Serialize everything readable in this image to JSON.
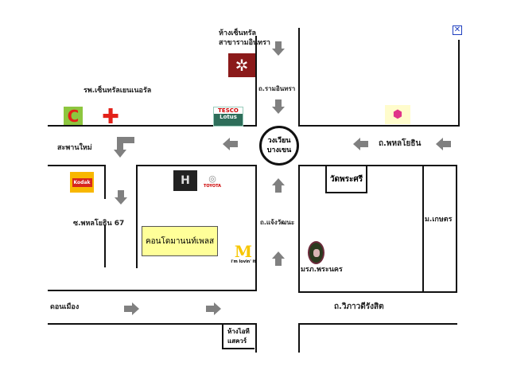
{
  "labels": {
    "central_mall": [
      "ห้างเซ็นทรัล",
      "สาขารามอินทรา"
    ],
    "hospital": "รพ.เซ็นทรัลเยนเนอรัล",
    "ram_inthra_rd": "ถ.รามอินทรา",
    "roundabout": [
      "วงเวียน",
      "บางเขน"
    ],
    "phahon_rd": "ถ.พหลโยธิน",
    "saphan_mai": "สะพานใหม่",
    "soi_67": "ซ.พหลโยธิน 67",
    "condo": "คอนโดมานนท์เพลส",
    "chaeng_rd": "ถ.แจ้งวัฒนะ",
    "temple": "วัดพระศรี",
    "kasetsart": "ม.เกษตร",
    "rajabhat": "มรภ.พระนคร",
    "don_mueang": "ดอนเมือง",
    "vibhavadi_rd": "ถ.วิภาวดีรังสิต",
    "it_square": [
      "ห้างไอที",
      "แสควร์"
    ]
  },
  "logos": {
    "tesco": [
      "TESCO",
      "Lotus"
    ],
    "toyota": "TOYOTA",
    "kodak": "Kodak",
    "mcdonalds": "i'm lovin' it"
  },
  "colors": {
    "arrow": "#808080",
    "condo_box": "#ffff99",
    "central": "#8b1a1a",
    "close": "#1f3fbf"
  }
}
